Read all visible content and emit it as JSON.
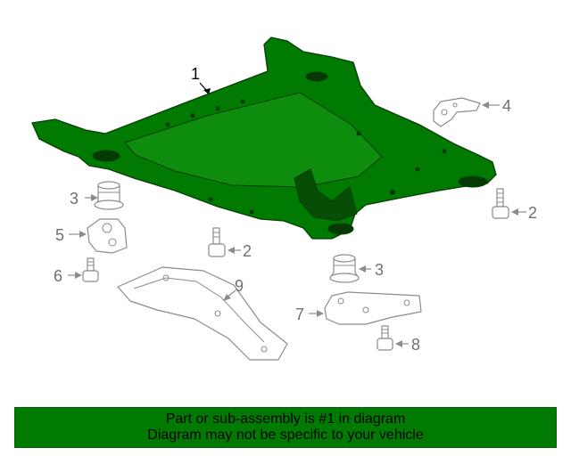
{
  "diagram": {
    "callouts": {
      "c1": "1",
      "c2a": "2",
      "c2b": "2",
      "c3a": "3",
      "c3b": "3",
      "c4": "4",
      "c5": "5",
      "c6": "6",
      "c7": "7",
      "c8": "8",
      "c9": "9"
    },
    "colors": {
      "highlight": "#007a00",
      "outline": "#8c8c8c",
      "banner": "#007a00"
    }
  },
  "footer": {
    "line1": "Part or sub-assembly is #1 in diagram",
    "line2": "Diagram may not be specific to your vehicle"
  }
}
